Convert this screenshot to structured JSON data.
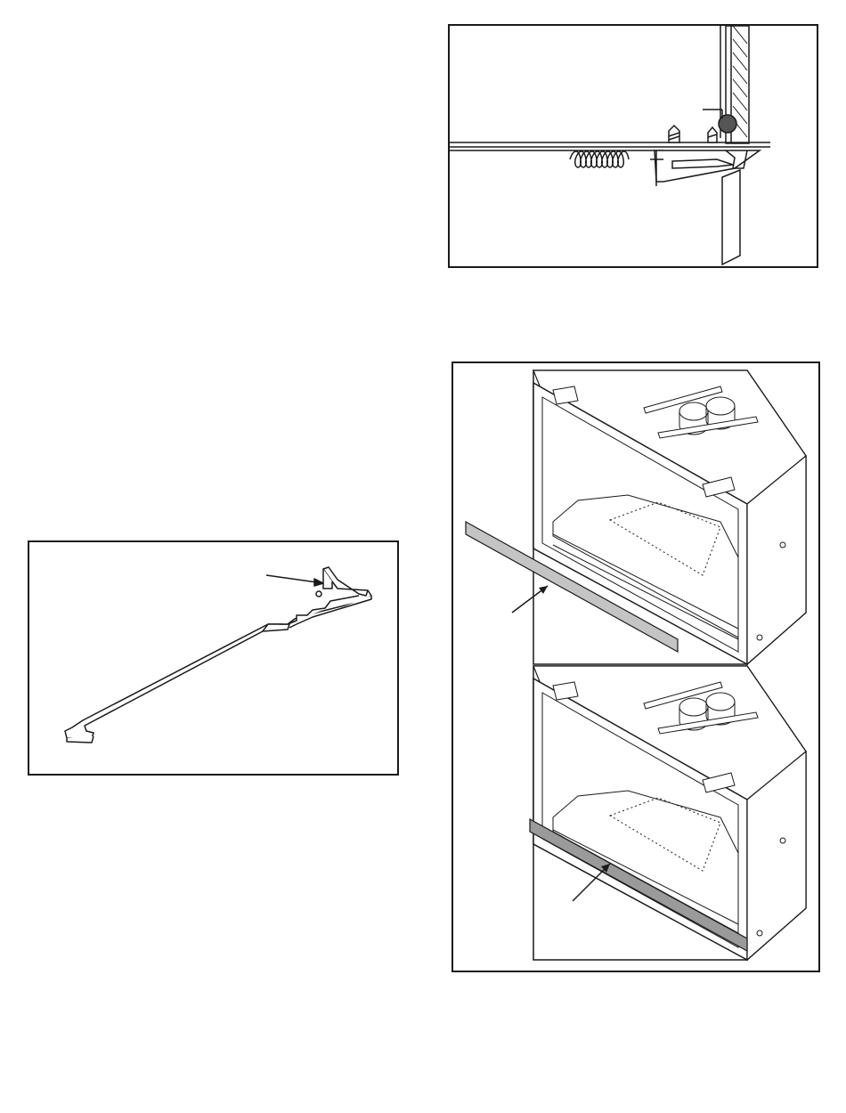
{
  "page": {
    "background": "#ffffff",
    "ink": "#1a1a1a"
  },
  "figures": [
    {
      "id": "door-latch-detail",
      "callouts": 1,
      "icon": "spring-latch-drawing"
    },
    {
      "id": "door-latch-tool",
      "callouts": 1,
      "icon": "latch-tool-drawing"
    },
    {
      "id": "gasket-strip-installation",
      "callouts": 2,
      "icon": "firebox-drawing",
      "strip_color": "#c4c4c4"
    }
  ]
}
